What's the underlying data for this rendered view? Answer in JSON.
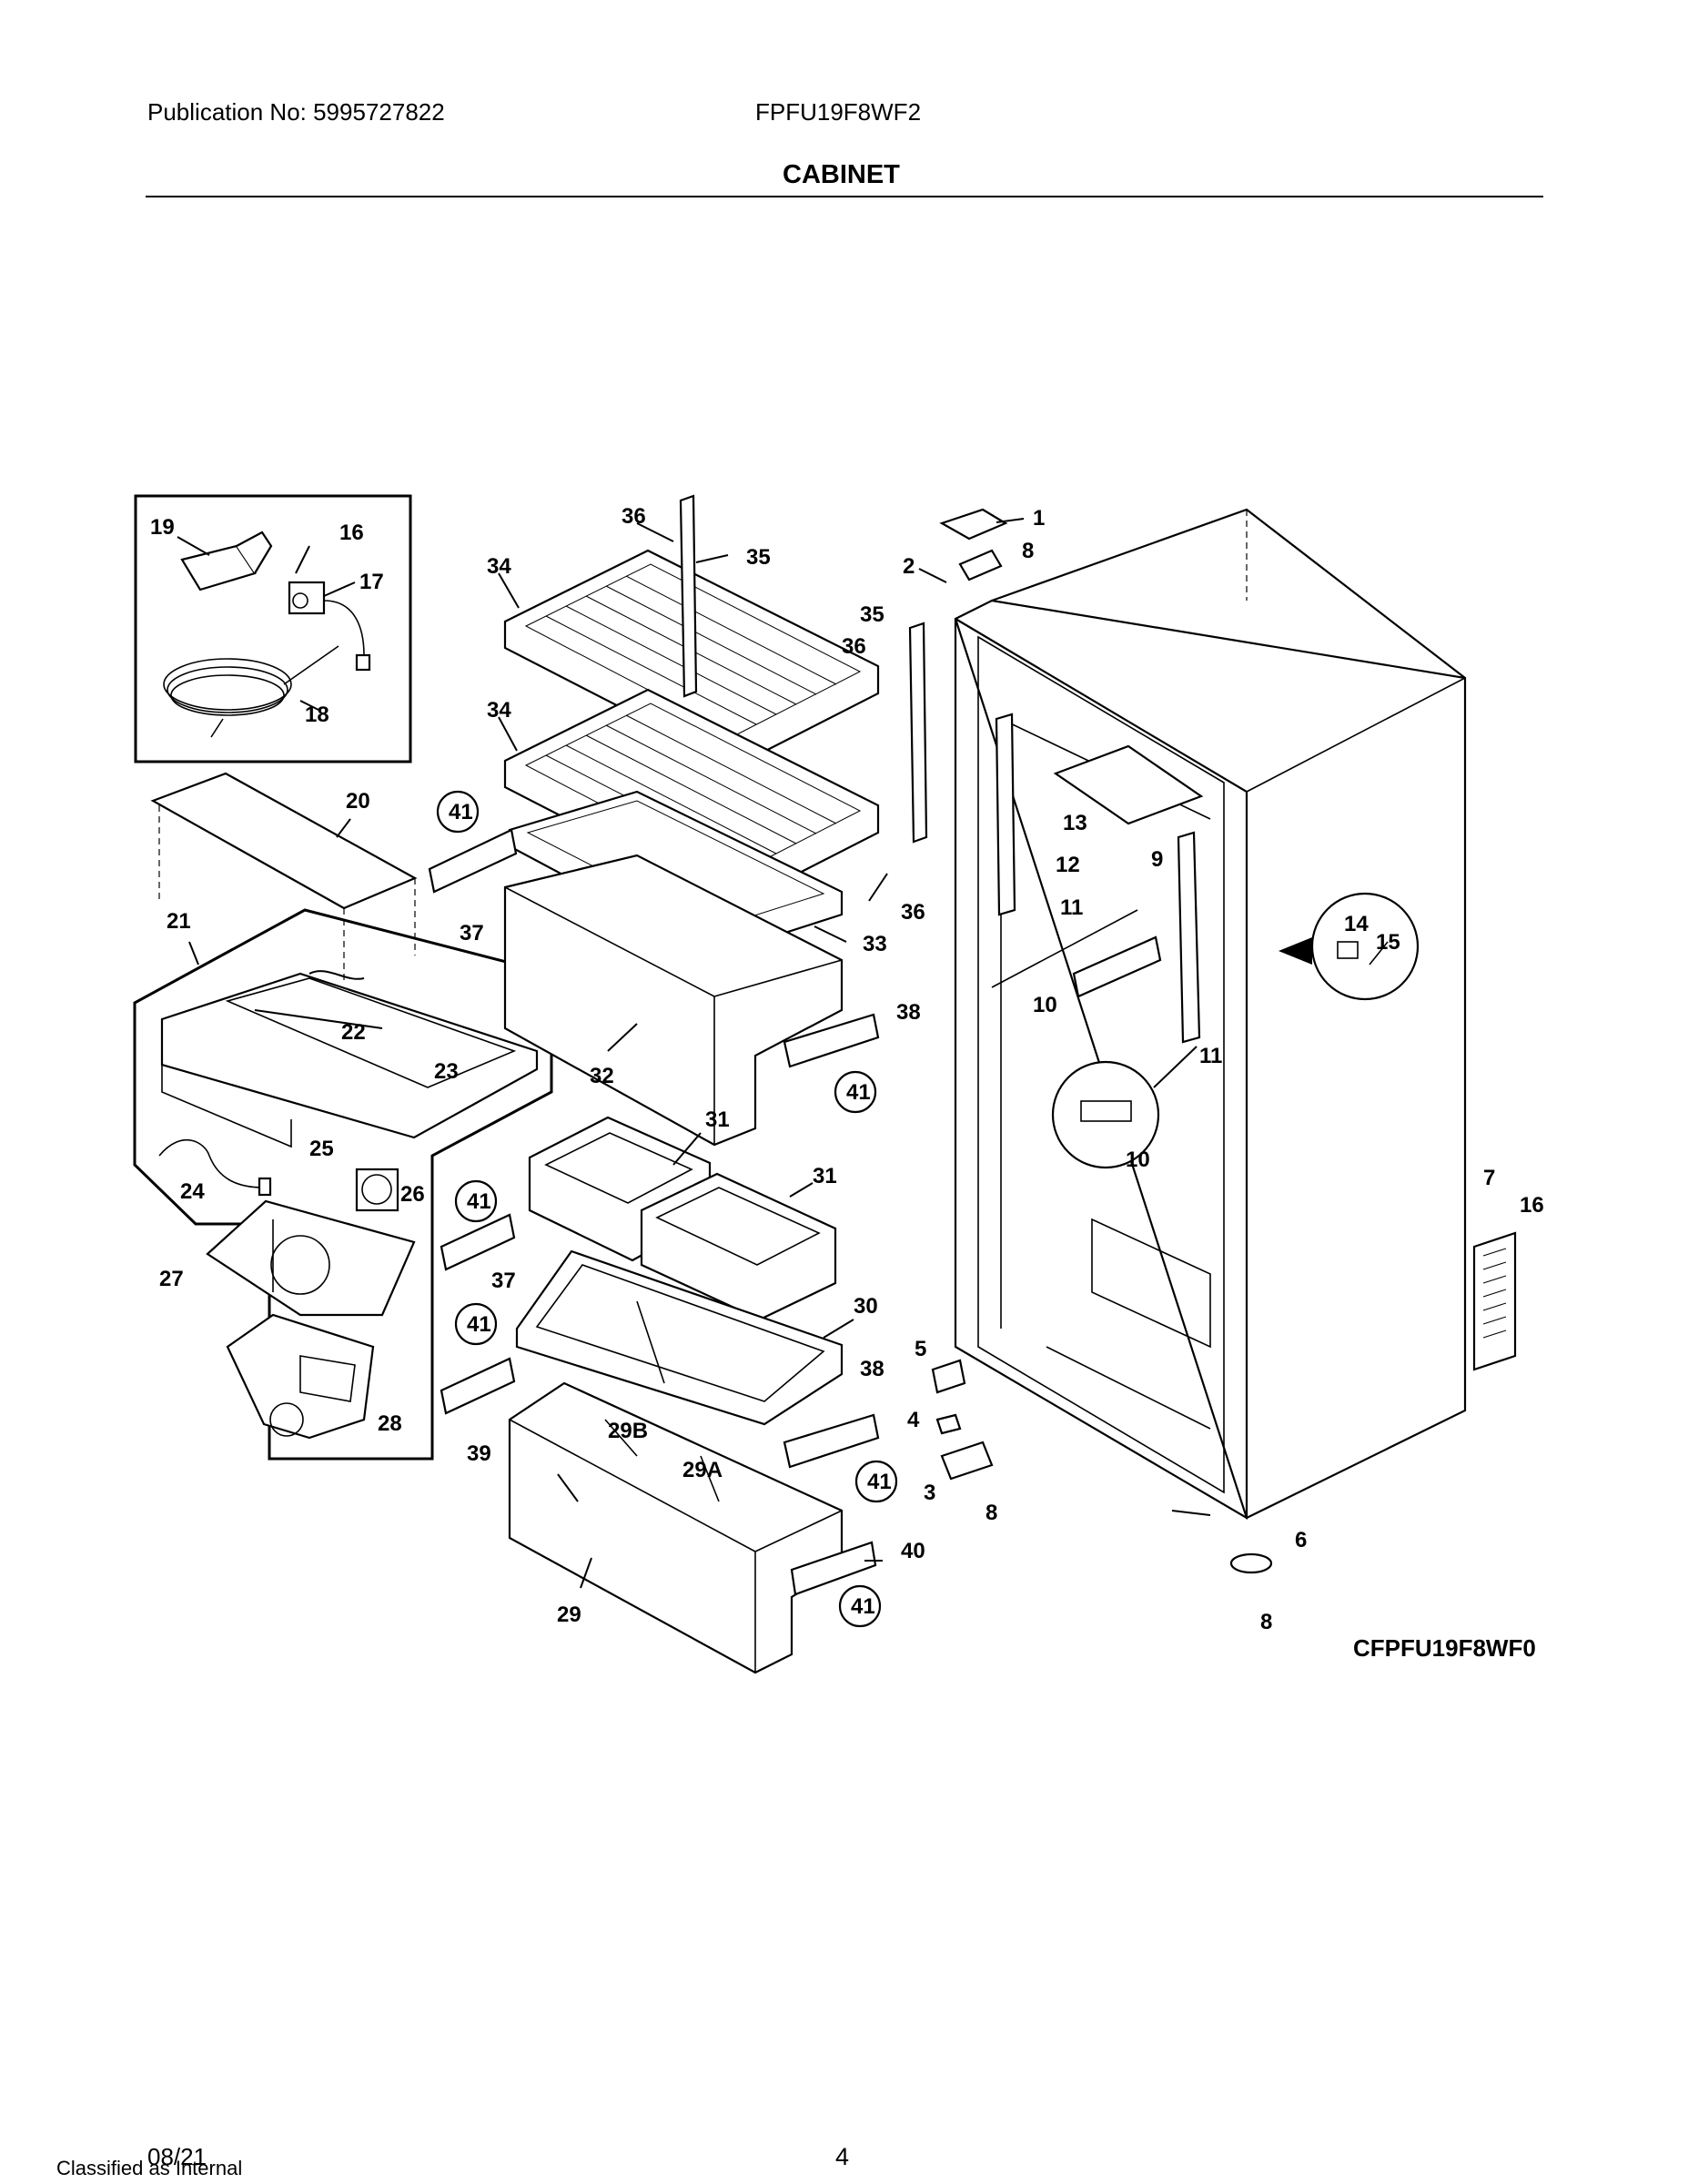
{
  "header": {
    "publication": "Publication No: 5995727822",
    "model": "FPFU19F8WF2",
    "section_title": "CABINET"
  },
  "diagram": {
    "code": "CFPFU19F8WF0",
    "callouts": [
      "19",
      "16",
      "17",
      "18",
      "20",
      "21",
      "22",
      "23",
      "24",
      "25",
      "26",
      "27",
      "28",
      "36",
      "35",
      "34",
      "34",
      "41",
      "37",
      "32",
      "33",
      "36",
      "38",
      "41",
      "31",
      "31",
      "30",
      "41",
      "37",
      "41",
      "39",
      "29B",
      "29A",
      "29",
      "38",
      "41",
      "40",
      "41",
      "1",
      "8",
      "2",
      "35",
      "36",
      "13",
      "9",
      "12",
      "11",
      "10",
      "11",
      "14",
      "15",
      "10",
      "5",
      "4",
      "3",
      "8",
      "7",
      "16",
      "6",
      "8"
    ]
  },
  "footer": {
    "classification": "Classified as Internal",
    "date": "08/21",
    "page": "4"
  }
}
